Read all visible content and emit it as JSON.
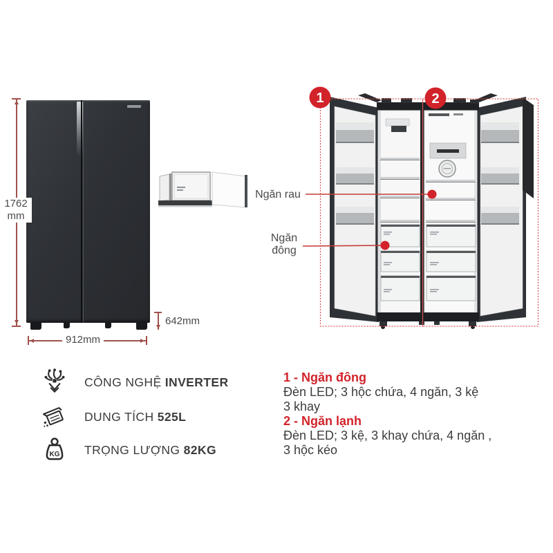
{
  "dimensions": {
    "height_value": "1762",
    "height_unit": "mm",
    "width": "912mm",
    "depth": "642mm"
  },
  "callouts": {
    "marker_freezer": "1",
    "marker_fridge": "2",
    "vegetable_label": "Ngăn rau",
    "freezer_label": "Ngăn\nđông"
  },
  "features": [
    {
      "icon": "inverter-circuit-icon",
      "label": "CÔNG NGHỆ ",
      "value": "INVERTER"
    },
    {
      "icon": "capacity-box-icon",
      "label": "DUNG TÍCH ",
      "value": "525L"
    },
    {
      "icon": "weight-kettlebell-icon",
      "icon_text": "KG",
      "label": "TRỌNG LƯỢNG ",
      "value": "82KG"
    }
  ],
  "specs": [
    {
      "title": "1 - Ngăn đông",
      "line1": "Đèn LED; 3 hộc chứa, 4 ngăn, 3 kệ",
      "line2": "3 khay"
    },
    {
      "title": "2 - Ngăn lạnh",
      "line1": "Đèn LED; 3 kệ, 3 khay chứa, 4 ngăn ,",
      "line2": "3 hộc kéo"
    }
  ],
  "colors": {
    "accent_red": "#d2232a",
    "dimension_line": "#a0524c",
    "text_dark": "#3c3c3c",
    "fridge_body": "#2e3135"
  }
}
